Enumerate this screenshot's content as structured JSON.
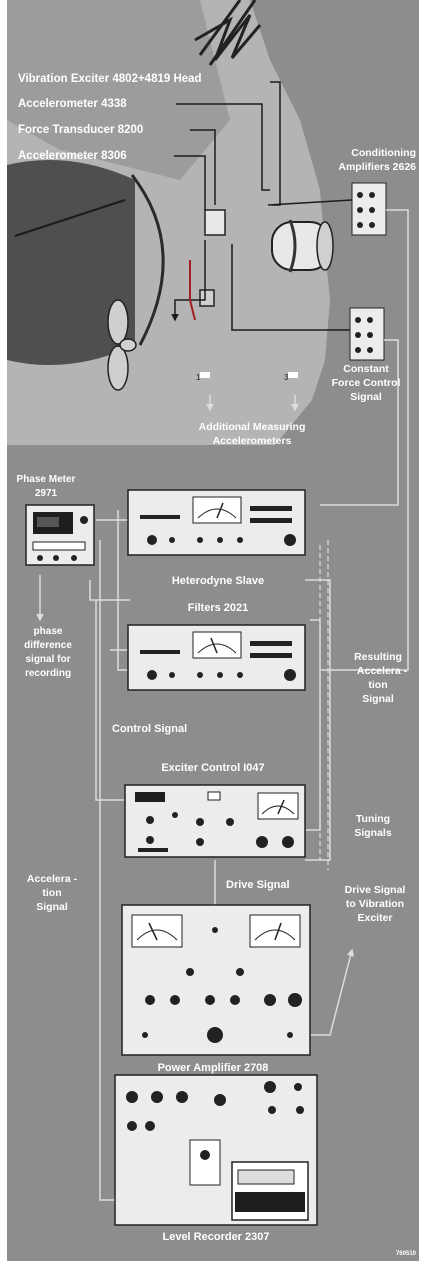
{
  "colors": {
    "background": "#8d8d8d",
    "hull": "#b4b4b4",
    "dark_hull": "#555555",
    "label_text": "#ffffff",
    "instrument_face": "#ececec",
    "instrument_dark": "#1e1e1e",
    "signal_line": "#dcdcdc",
    "probe_line": "#1c1c1c",
    "signal_red": "#a02020"
  },
  "top_labels": {
    "exciter": "Vibration Exciter 4802+4819 Head",
    "accel_4338": "Accelerometer 4338",
    "force": "Force Transducer 8200",
    "accel_8306": "Accelerometer 8306"
  },
  "conditioning": {
    "line1": "Conditioning",
    "line2": "Amplifiers 2626"
  },
  "constant_force": {
    "line1": "Constant",
    "line2": "Force Control",
    "line3": "Signal"
  },
  "additional": {
    "line1": "Additional Measuring",
    "line2": "Accelerometers"
  },
  "phase_meter": {
    "line1": "Phase Meter",
    "line2": "2971"
  },
  "phase_output": {
    "line1": "phase",
    "line2": "difference",
    "line3": "signal for",
    "line4": "recording"
  },
  "slave_filters": {
    "line1": "Heterodyne Slave",
    "line2": "Filters 2021"
  },
  "resulting": {
    "line1": "Resulting",
    "line2": "Accelera -",
    "line3": "tion",
    "line4": "Signal"
  },
  "control_signal": "Control Signal",
  "exciter_control": "Exciter Control I047",
  "tuning": {
    "line1": "Tuning",
    "line2": "Signals"
  },
  "drive_signal": "Drive Signal",
  "drive_to_exciter": {
    "line1": "Drive Signal",
    "line2": "to Vibration",
    "line3": "Exciter"
  },
  "accel_signal": {
    "line1": "Accelera -",
    "line2": "tion",
    "line3": "Signal"
  },
  "power_amp": "Power Amplifier 2708",
  "level_recorder": "Level Recorder 2307",
  "figure_number": "760510",
  "hull_markers": {
    "left": "1",
    "right": "3"
  }
}
